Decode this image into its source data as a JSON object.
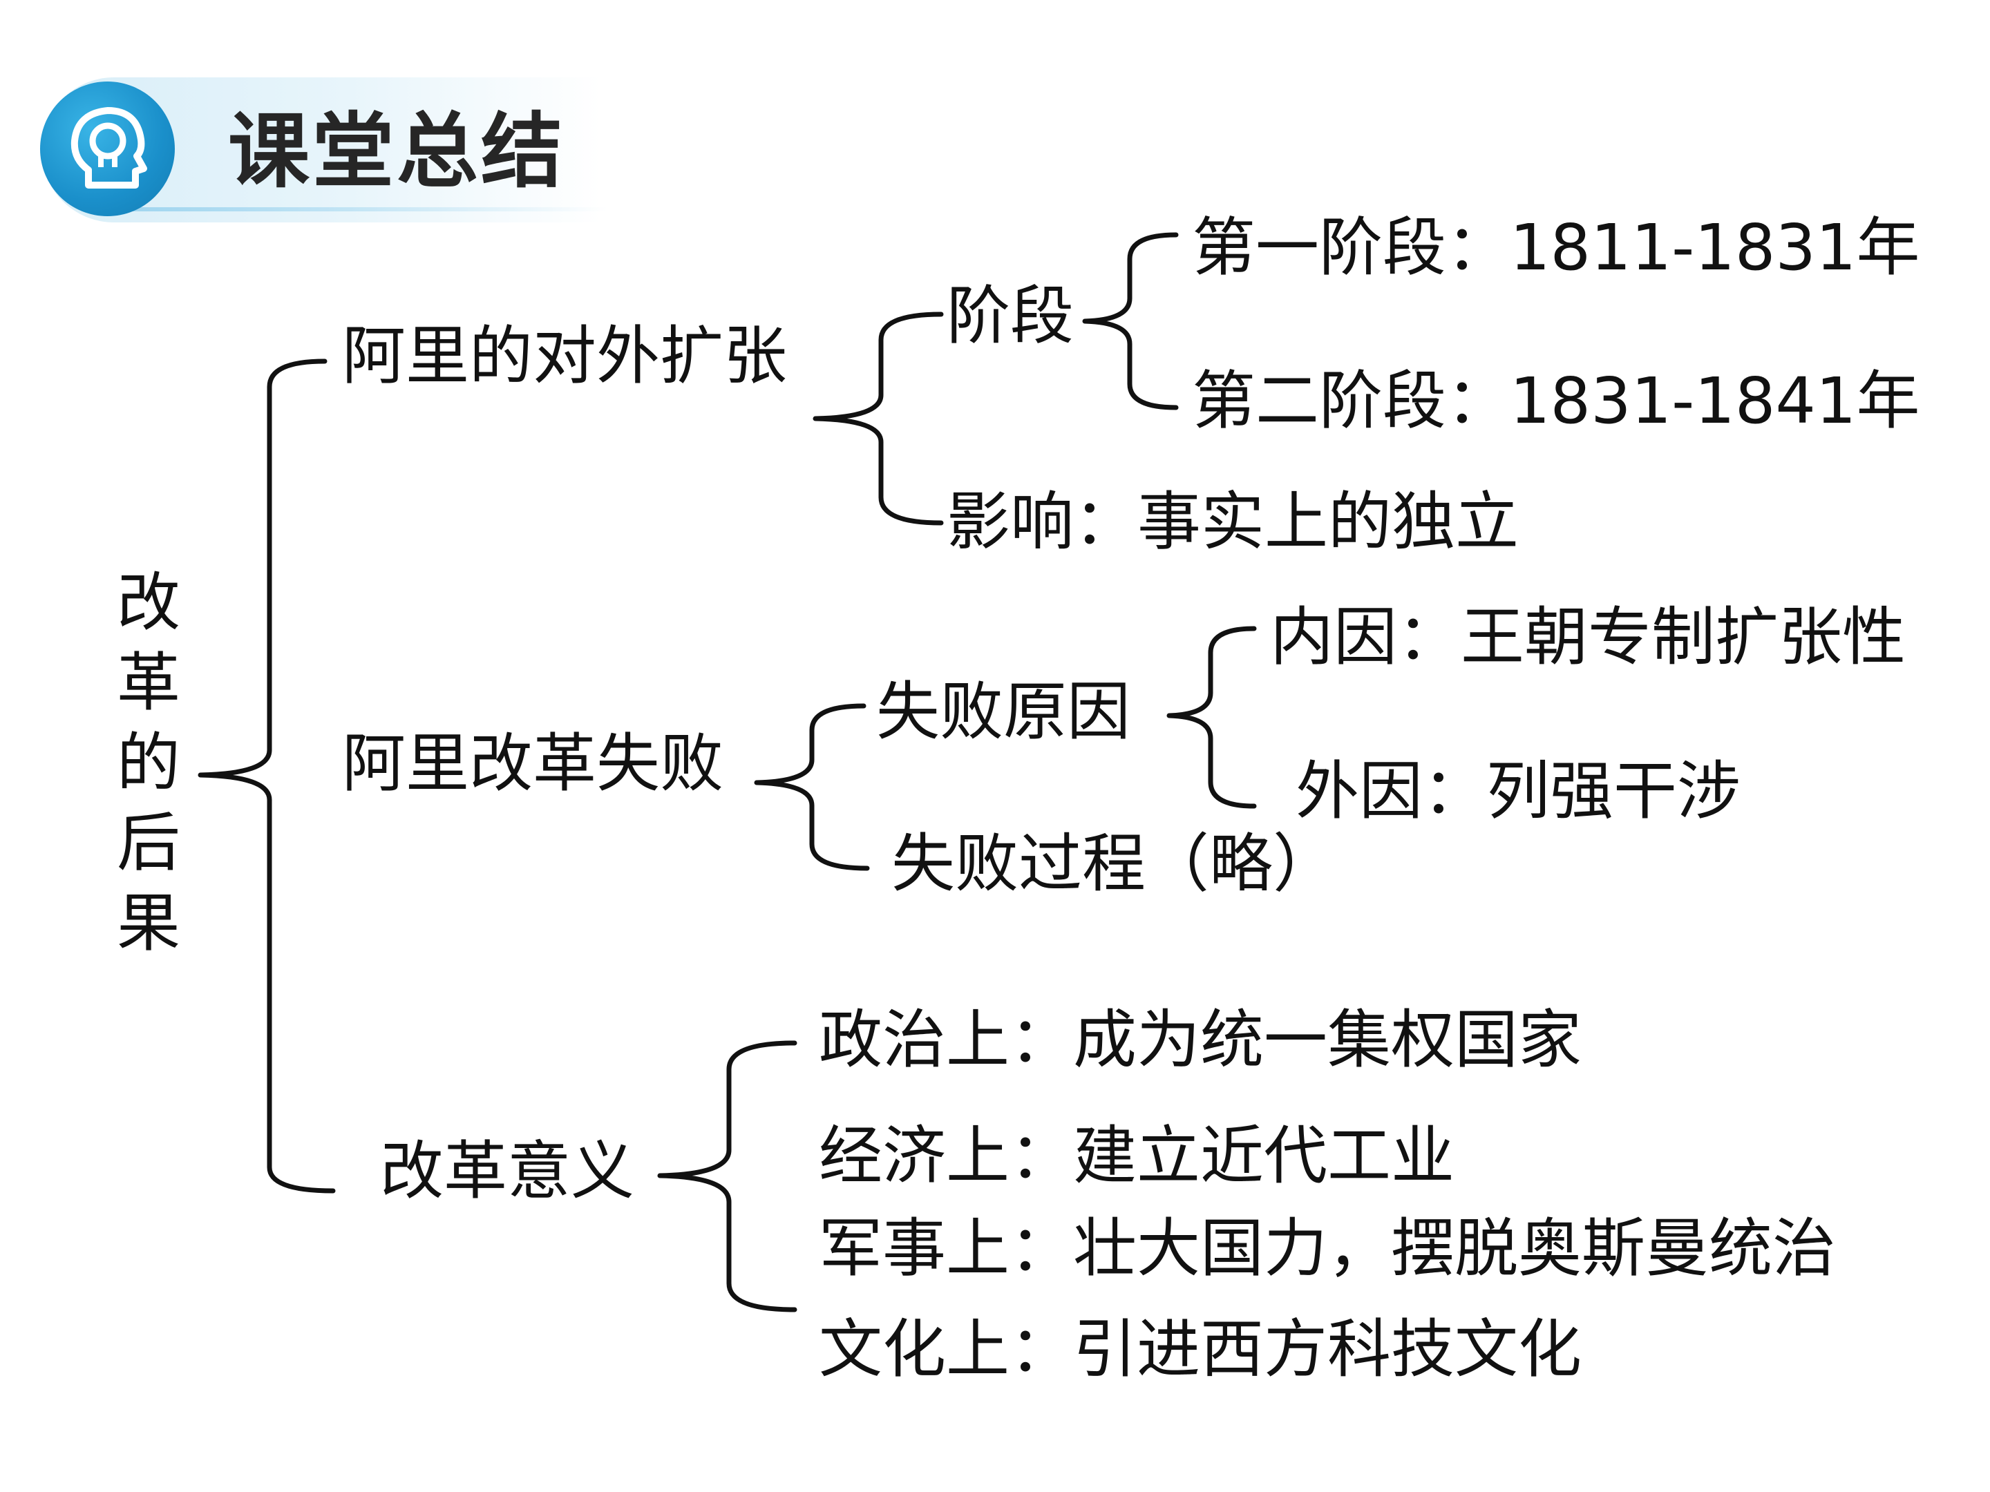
{
  "header": {
    "title": "课堂总结",
    "icon": "head-lightbulb-icon",
    "accent_color": "#1a8fca"
  },
  "mindmap": {
    "root": [
      "改",
      "革",
      "的",
      "后",
      "果"
    ],
    "branch1": {
      "label": "阿里的对外扩张",
      "stage": {
        "label": "阶段",
        "stage1": "第一阶段：1811-1831年",
        "stage2": "第二阶段：1831-1841年"
      },
      "impact": "影响：事实上的独立"
    },
    "branch2": {
      "label": "阿里改革失败",
      "cause": {
        "label": "失败原因",
        "internal": "内因：王朝专制扩张性",
        "external": "外因：列强干涉"
      },
      "process": "失败过程（略）"
    },
    "branch3": {
      "label": "改革意义",
      "political": "政治上：成为统一集权国家",
      "economic": "经济上：建立近代工业",
      "military": "军事上：壮大国力，摆脱奥斯曼统治",
      "cultural": "文化上：引进西方科技文化"
    }
  }
}
